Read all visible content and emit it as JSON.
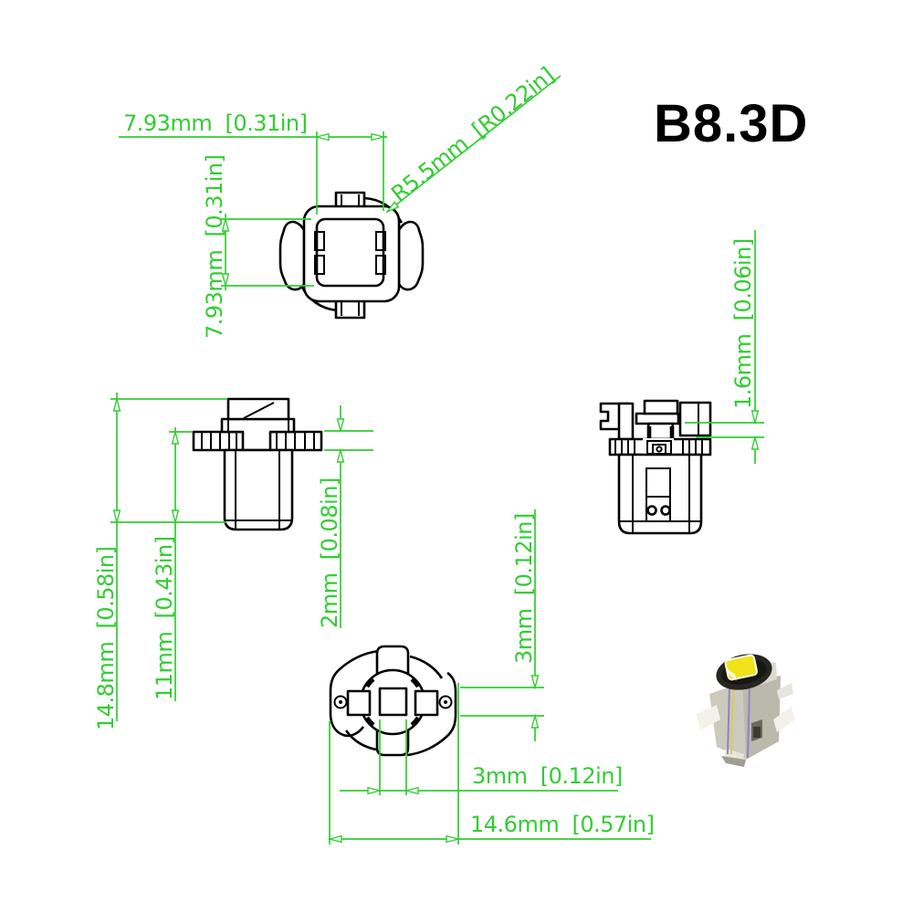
{
  "title": "B8.3D",
  "colors": {
    "dimension_green": "#32cd32",
    "line_black": "#000000",
    "background": "#ffffff",
    "render_body": "#cdcabe",
    "render_chip_yellow": "#f0e318",
    "render_bezel_dark": "#262620",
    "render_stripe_purple": "#8d84c4"
  },
  "dimensions": {
    "hole_width": "7.93mm  [0.31in]",
    "hole_height": "7.93mm  [0.31in]",
    "corner_radius": "R5.5mm  [R0.22in]",
    "flange_step": "1.6mm  [0.06in]",
    "overall_height": "14.8mm  [0.58in]",
    "body_height": "11mm  [0.43in]",
    "flange_thickness": "2mm  [0.08in]",
    "key_height": "3mm  [0.12in]",
    "key_width": "3mm  [0.12in]",
    "overall_width": "14.6mm  [0.57in]"
  }
}
